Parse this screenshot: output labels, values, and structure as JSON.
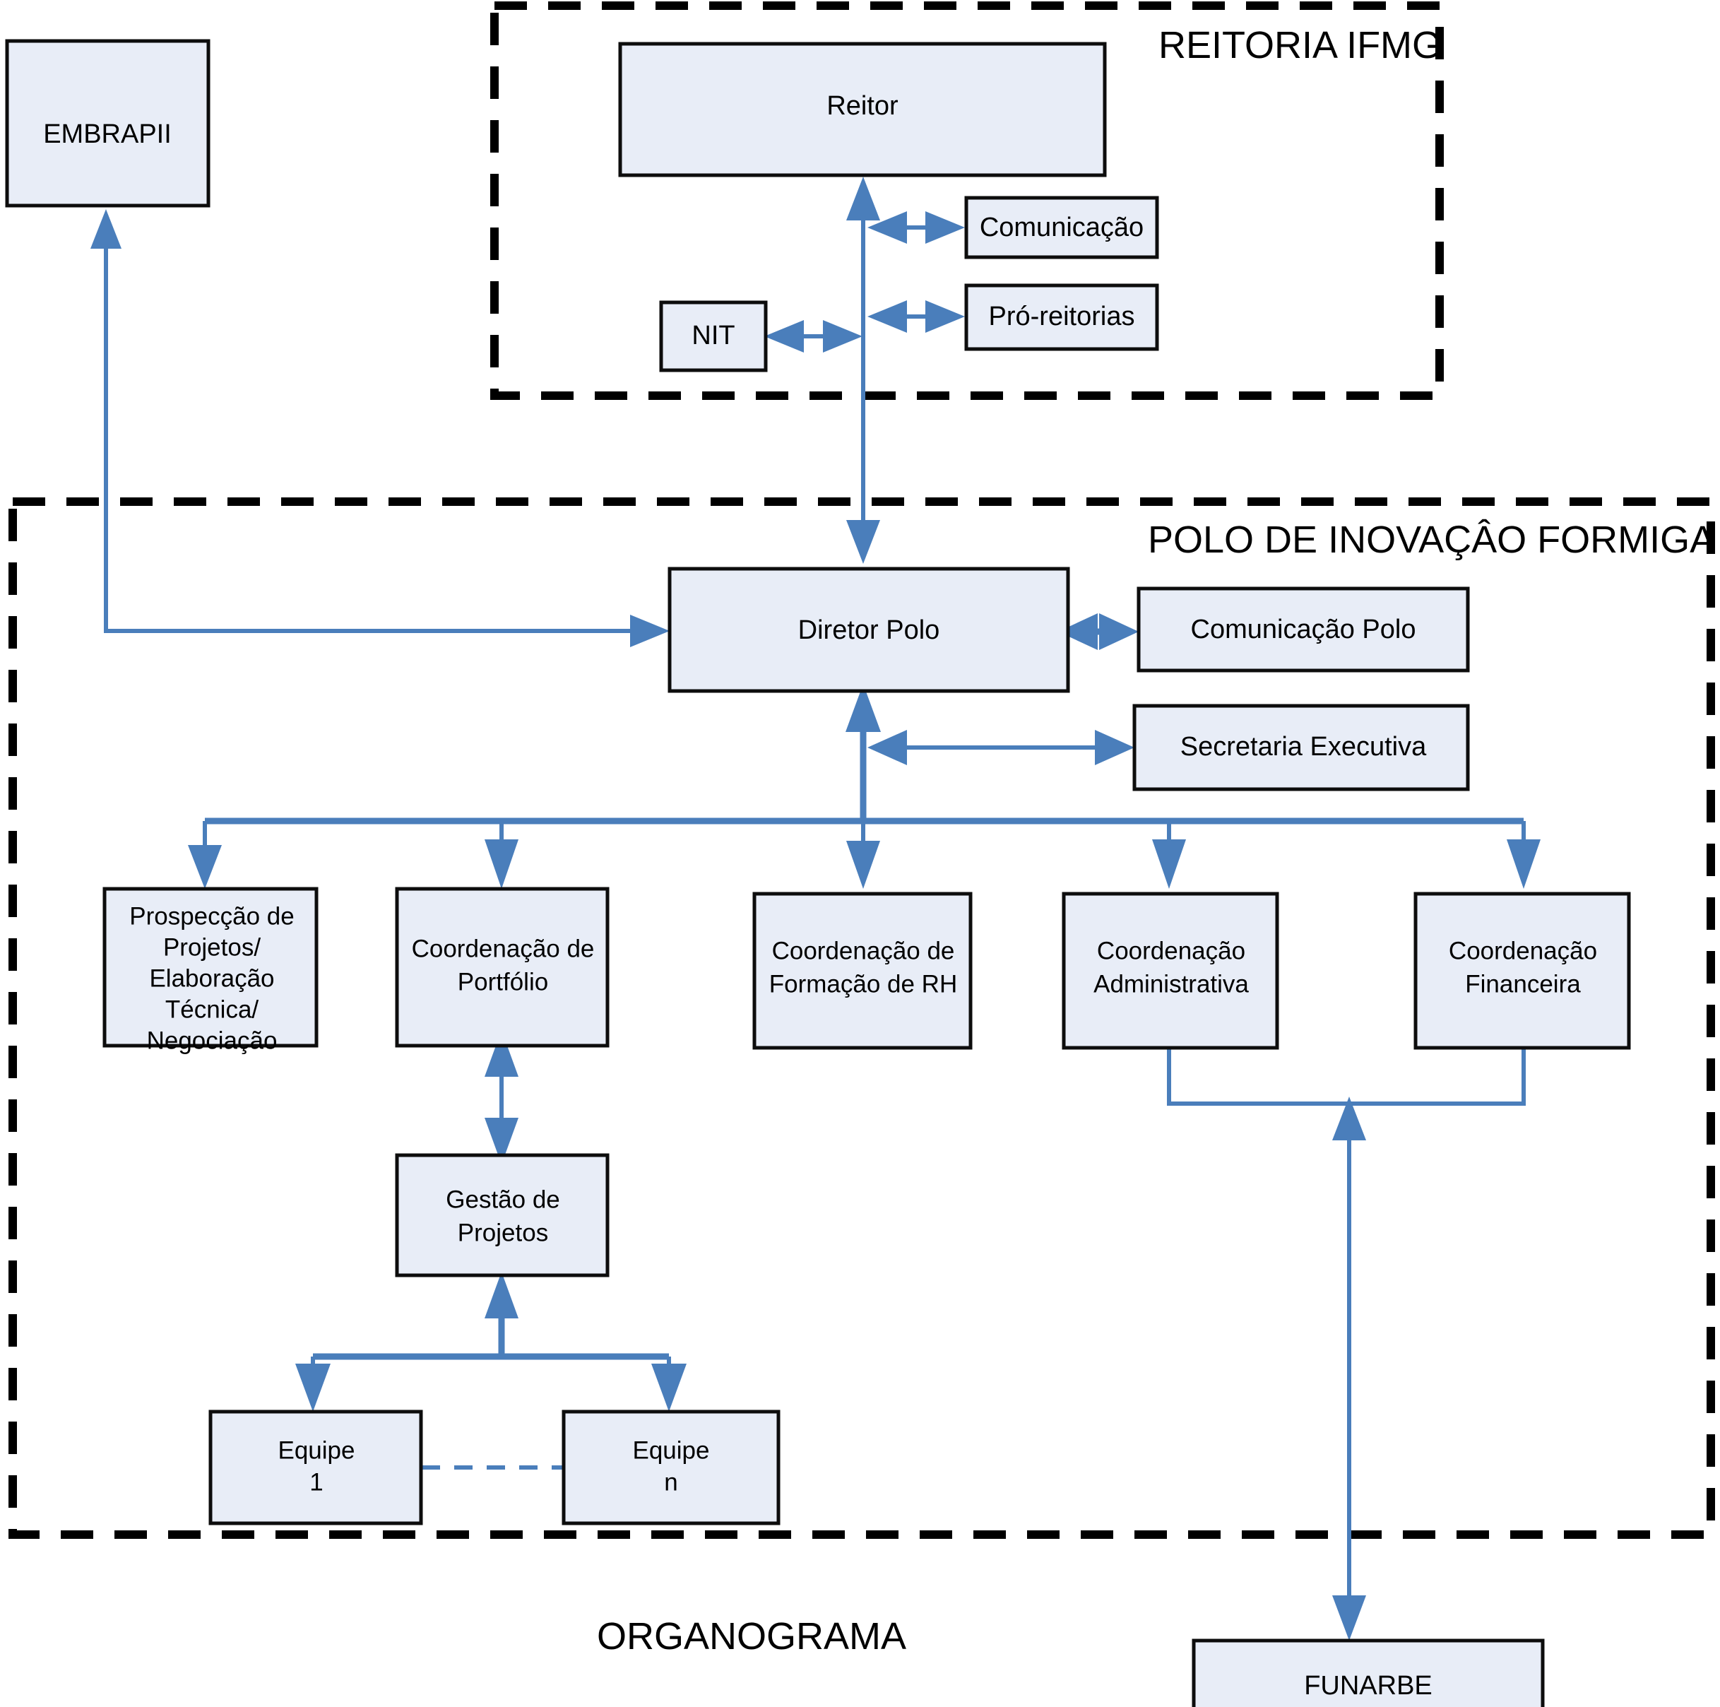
{
  "diagram": {
    "caption": "ORGANOGRAMA",
    "groups": [
      {
        "id": "reitoria",
        "label": "REITORIA IFMG"
      },
      {
        "id": "polo",
        "label": "POLO DE INOVAÇÂO FORMIGA"
      }
    ],
    "nodes": [
      {
        "id": "embrapii",
        "label": "EMBRAPII"
      },
      {
        "id": "reitor",
        "label": "Reitor"
      },
      {
        "id": "comunicacao",
        "label": "Comunicação"
      },
      {
        "id": "proreitorias",
        "label": "Pró-reitorias"
      },
      {
        "id": "nit",
        "label": "NIT"
      },
      {
        "id": "diretor",
        "label": "Diretor Polo"
      },
      {
        "id": "comunicacao_polo",
        "label": "Comunicação Polo"
      },
      {
        "id": "secretaria",
        "label": "Secretaria Executiva"
      },
      {
        "id": "prospeccao",
        "line1": "Prospecção de",
        "line2": "Projetos/",
        "line3": "Elaboração",
        "line4": "Técnica/",
        "line5": "Negociação"
      },
      {
        "id": "portfolio",
        "line1": "Coordenação de",
        "line2": "Portfólio"
      },
      {
        "id": "formacao",
        "line1": "Coordenação de",
        "line2": "Formação de RH"
      },
      {
        "id": "administrativa",
        "line1": "Coordenação",
        "line2": "Administrativa"
      },
      {
        "id": "financeira",
        "line1": "Coordenação",
        "line2": "Financeira"
      },
      {
        "id": "gestao",
        "line1": "Gestão de",
        "line2": "Projetos"
      },
      {
        "id": "equipe1",
        "line1": "Equipe",
        "line2": "1"
      },
      {
        "id": "equipen",
        "line1": "Equipe",
        "line2": "n"
      },
      {
        "id": "funarbe",
        "label": "FUNARBE"
      }
    ],
    "colors": {
      "node_fill": "#E8EDF7",
      "node_stroke": "#0d0d0d",
      "connector": "#4A7EBB",
      "group_border": "#000000",
      "background": "#FFFFFF"
    }
  }
}
